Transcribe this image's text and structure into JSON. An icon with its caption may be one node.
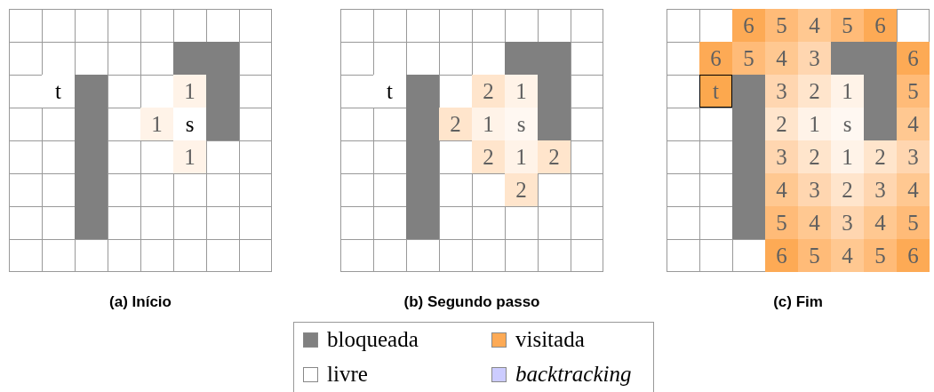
{
  "diagram": {
    "labels": [
      "t",
      "1",
      "1",
      "s",
      "1",
      "(a) Início",
      "t",
      "2",
      "1",
      "2",
      "1",
      "s",
      "2",
      "1",
      "2",
      "2",
      "(b) Segundo passo",
      "6",
      "5",
      "4",
      "5",
      "6",
      "6",
      "5",
      "4",
      "3",
      "6",
      "t",
      "3",
      "2",
      "1",
      "5",
      "2",
      "1",
      "s",
      "4",
      "3",
      "2",
      "1",
      "2",
      "3",
      "4",
      "3",
      "2",
      "3",
      "4",
      "5",
      "4",
      "3",
      "4",
      "5",
      "6",
      "5",
      "4",
      "5",
      "6",
      "(c) Fim"
    ],
    "legend": [
      {
        "text": "bloqueada",
        "color": "#808080"
      },
      {
        "text": "visitada",
        "color": "#fdaa55"
      },
      {
        "text": "livre",
        "color": "#ffffff"
      },
      {
        "text": "backtracking",
        "color": "#ccccff"
      }
    ]
  }
}
